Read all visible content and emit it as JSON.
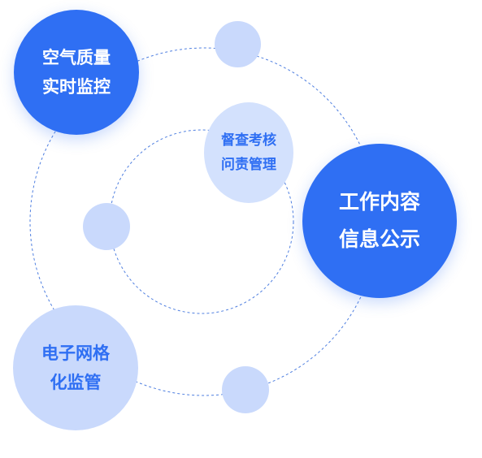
{
  "diagram": {
    "nodes": {
      "air_quality": "空气质量\n实时监控",
      "work_content": "工作内容\n信息公示",
      "grid_supervision": "电子网格\n化监管",
      "supervise_accountability": "督查考核\n问责管理"
    },
    "colors": {
      "primary": "#2f6ff3",
      "secondary": "#c9d9fc",
      "ring_stroke": "#4f7fe0",
      "text_light": "#ffffff",
      "text_dark": "#2f6ff3"
    }
  }
}
